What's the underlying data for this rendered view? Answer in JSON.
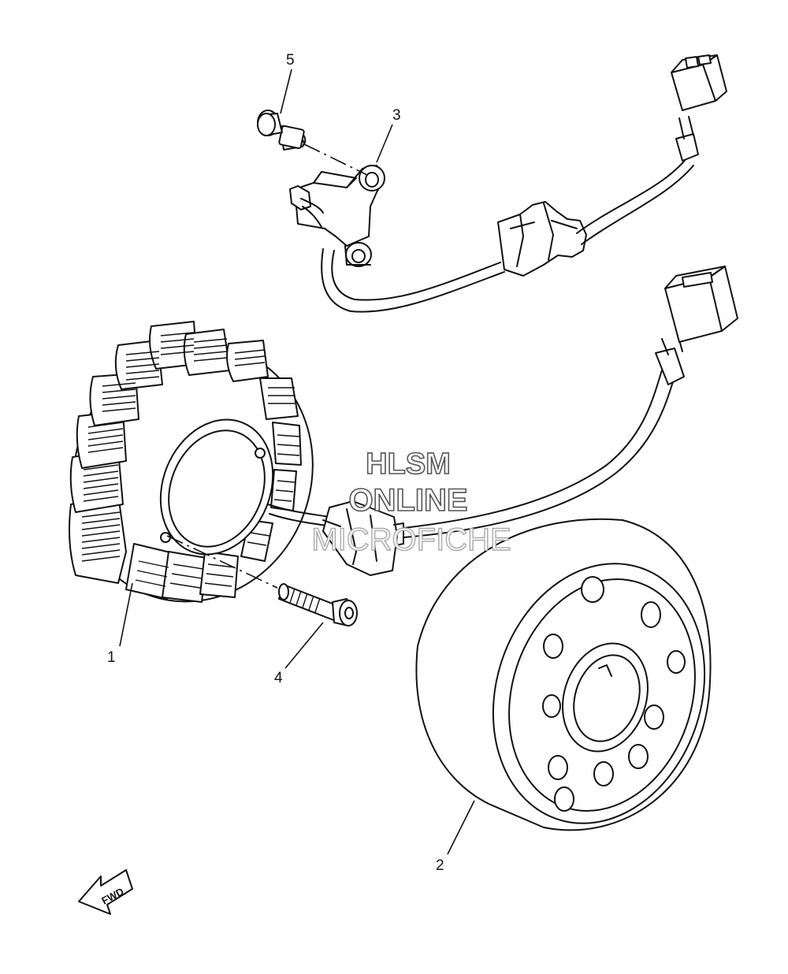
{
  "callouts": {
    "part_1": "1",
    "part_2": "2",
    "part_3": "3",
    "part_4": "4",
    "part_5": "5"
  },
  "fwd_label": "FWD",
  "watermark": {
    "line1": "HLSM",
    "line2": "ONLINE",
    "line3": "MICROFICHE"
  }
}
